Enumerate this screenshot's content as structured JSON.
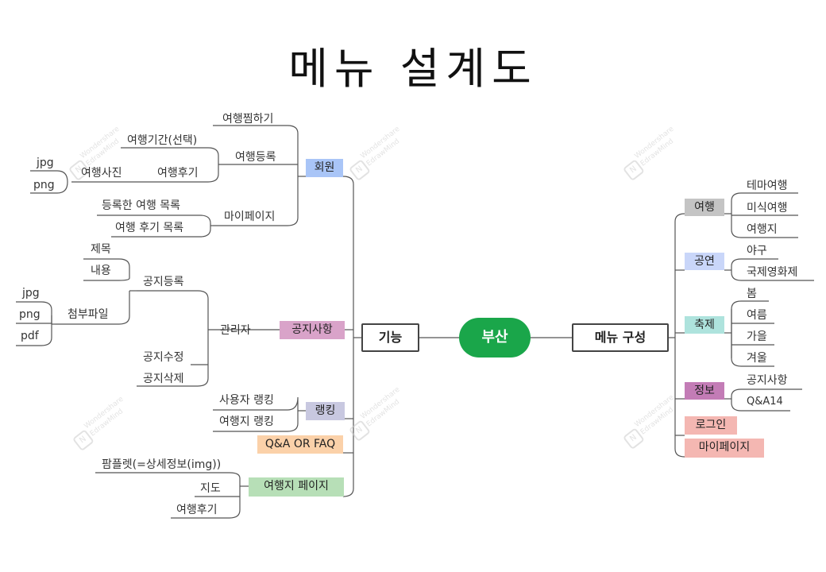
{
  "title": "메뉴 설계도",
  "center": "부산",
  "left_main": "기능",
  "right_main": "메뉴 구성",
  "watermark": {
    "line1": "Wondershare",
    "line2": "EdrawMind"
  },
  "colors": {
    "center": "#1aa64a",
    "member": "#a9c5f7",
    "notice": "#d9a3c9",
    "ranking": "#c8c8e0",
    "qa": "#fbd1a9",
    "place": "#b7dfb7",
    "travel": "#c4c4c4",
    "show": "#c9d6f9",
    "festival": "#aee3dd",
    "info": "#c37cb6",
    "login": "#f4b7b2",
    "mypage": "#f4b7b2"
  },
  "left": {
    "member": {
      "label": "회원",
      "wish": "여행찜하기",
      "register": "여행등록",
      "period": "여행기간(선택)",
      "review": "여행후기",
      "photo": "여행사진",
      "jpg": "jpg",
      "png": "png",
      "mypage": "마이페이지",
      "list1": "등록한 여행 목록",
      "list2": "여행 후기 목록"
    },
    "notice": {
      "label": "공지사항",
      "admin": "관리자",
      "register": "공지등록",
      "subject": "제목",
      "content": "내용",
      "attach": "첨부파일",
      "jpg": "jpg",
      "png": "png",
      "pdf": "pdf",
      "edit": "공지수정",
      "delete": "공지삭제"
    },
    "ranking": {
      "label": "랭킹",
      "user": "사용자 랭킹",
      "place": "여행지 랭킹"
    },
    "qa": {
      "label": "Q&A OR FAQ"
    },
    "place": {
      "label": "여행지 페이지",
      "pamphlet": "팜플렛(=상세정보(img))",
      "map": "지도",
      "review": "여행후기"
    }
  },
  "right": {
    "travel": {
      "label": "여행",
      "items": [
        "테마여행",
        "미식여행",
        "여행지"
      ]
    },
    "show": {
      "label": "공연",
      "items": [
        "야구",
        "국제영화제"
      ]
    },
    "festival": {
      "label": "축제",
      "items": [
        "봄",
        "여름",
        "가을",
        "겨울"
      ]
    },
    "info": {
      "label": "정보",
      "items": [
        "공지사항",
        "Q&A14"
      ]
    },
    "login": {
      "label": "로그인"
    },
    "mypage": {
      "label": "마이페이지"
    }
  }
}
